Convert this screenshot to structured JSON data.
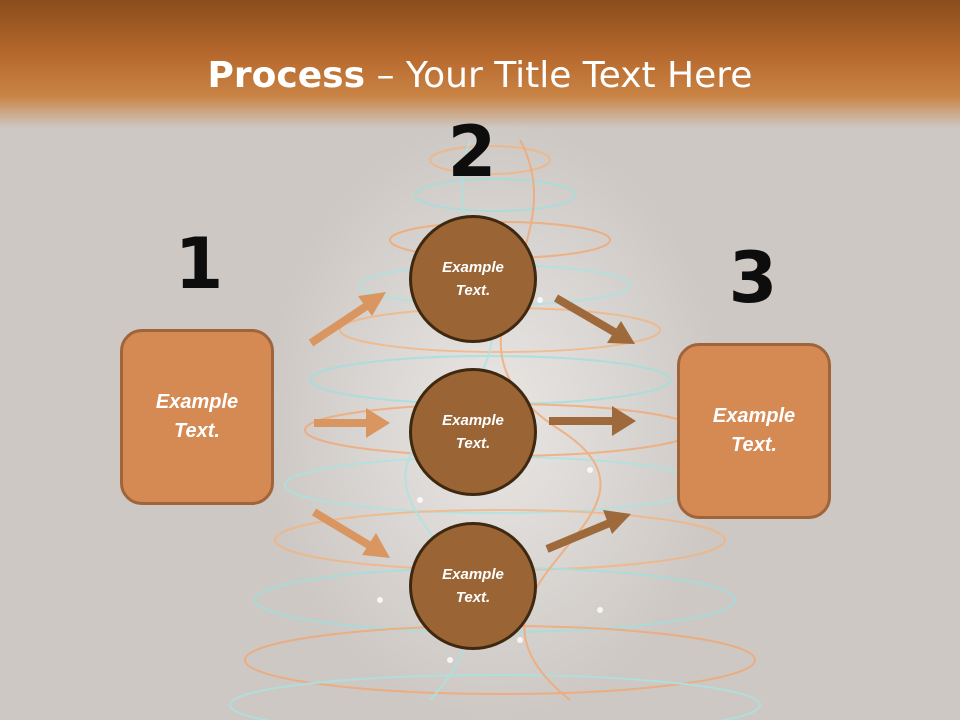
{
  "title": {
    "bold": "Process",
    "rest": " – Your Title Text Here"
  },
  "steps": [
    {
      "number": "1"
    },
    {
      "number": "2"
    },
    {
      "number": "3"
    }
  ],
  "left_box": {
    "line1": "Example",
    "line2": "Text."
  },
  "right_box": {
    "line1": "Example",
    "line2": "Text."
  },
  "circles": [
    {
      "line1": "Example",
      "line2": "Text."
    },
    {
      "line1": "Example",
      "line2": "Text."
    },
    {
      "line1": "Example",
      "line2": "Text."
    }
  ],
  "colors": {
    "header": "#b86a2e",
    "box_fill": "#d58a54",
    "circle_fill": "#9a6434",
    "arrow_light": "#d99660",
    "arrow_dark": "#9e6a3c"
  }
}
